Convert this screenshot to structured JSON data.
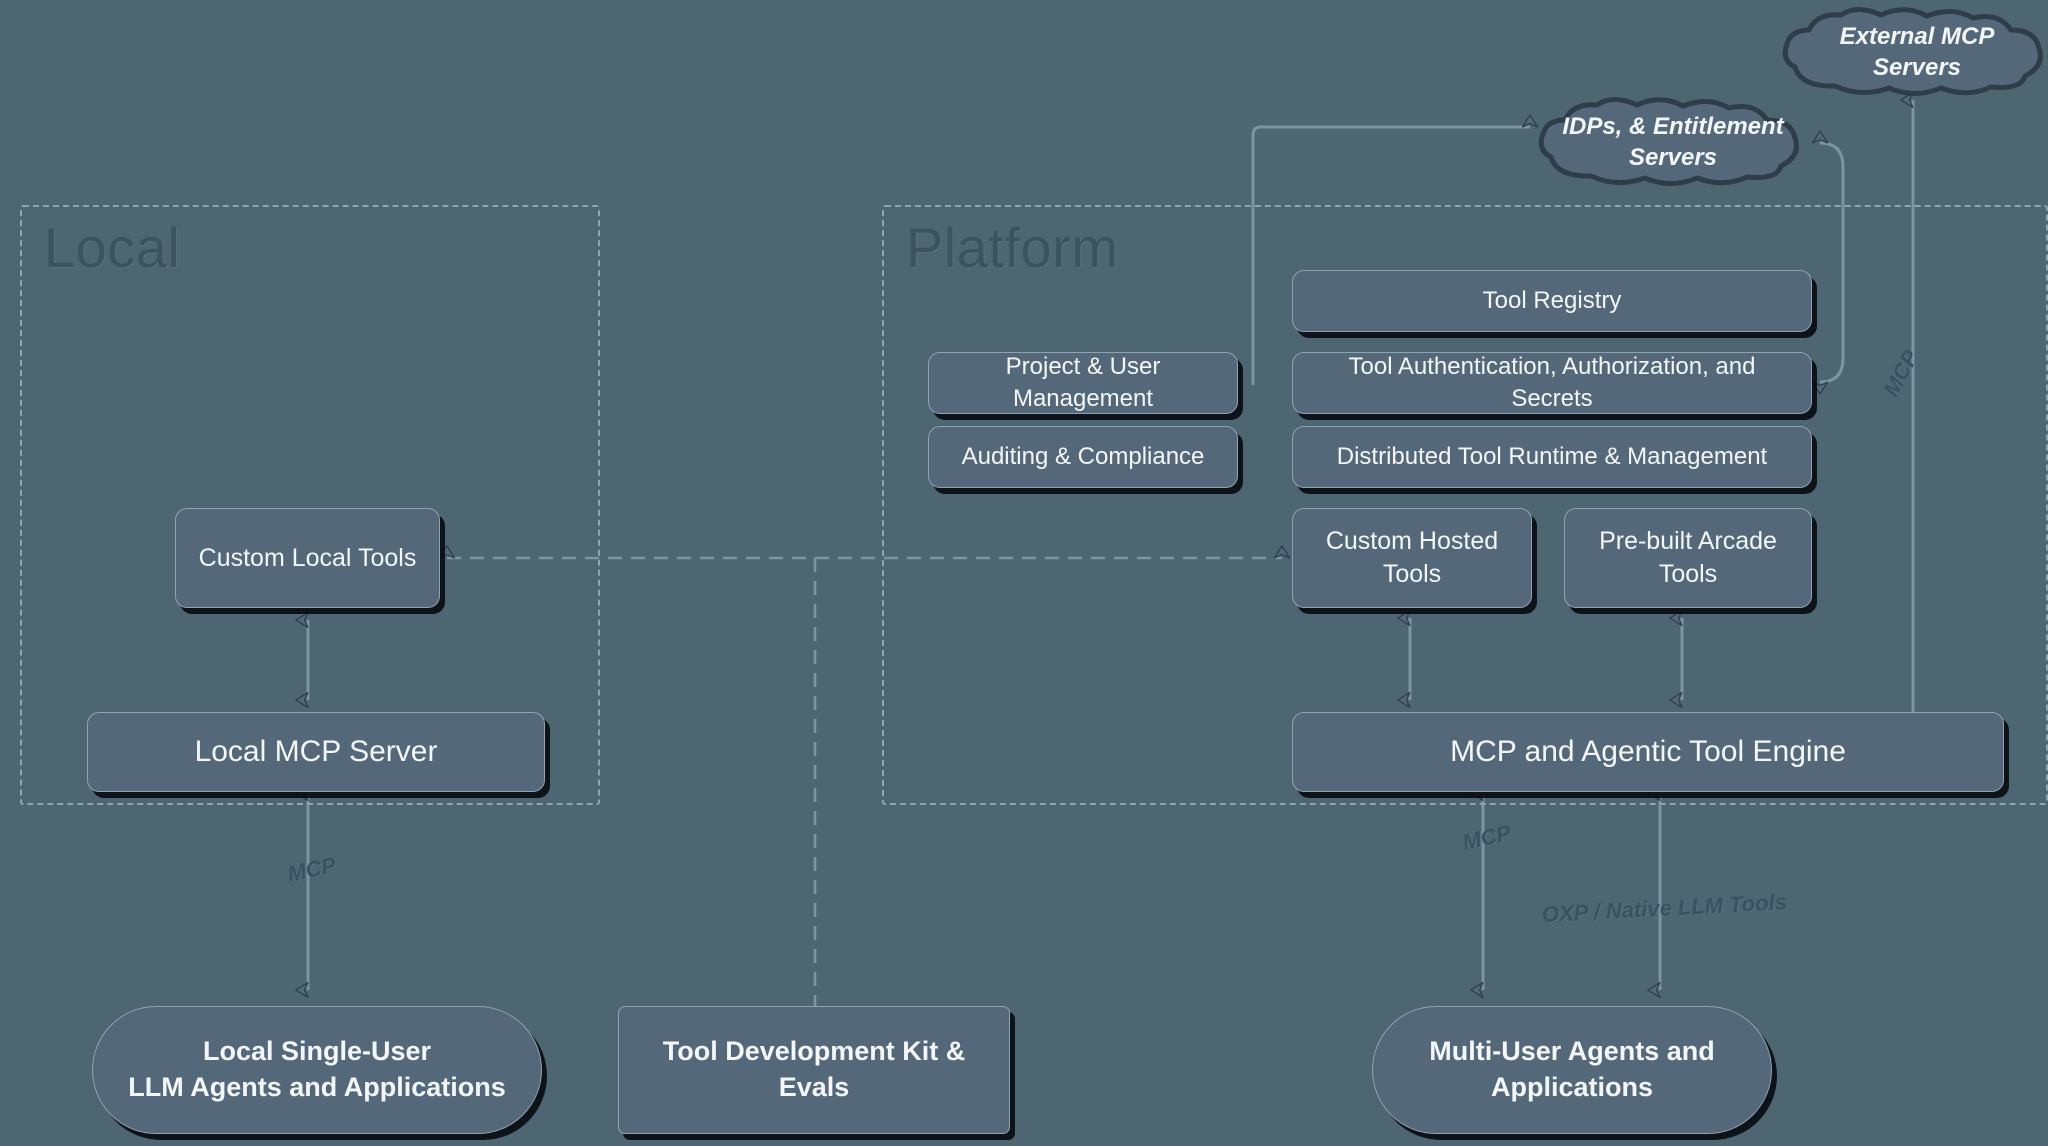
{
  "diagram": {
    "background_color": "#4d6672",
    "node_fill": "#55687a",
    "node_stroke": "#8fa3b0",
    "text_color": "#f2f6f8",
    "group_label_color": "#3d5260",
    "edge_label_color": "#3b5161"
  },
  "groups": [
    {
      "id": "local",
      "title": "Local"
    },
    {
      "id": "platform",
      "title": "Platform"
    }
  ],
  "clouds": [
    {
      "id": "external-mcp-servers",
      "label": "External MCP Servers"
    },
    {
      "id": "idps-entitlement-servers",
      "label": "IDPs, & Entitlement Servers"
    }
  ],
  "nodes": {
    "custom_local_tools": "Custom Local Tools",
    "local_mcp_server": "Local MCP Server",
    "local_agents": "Local Single-User\nLLM Agents and Applications",
    "local_agents_line1": "Local Single-User",
    "local_agents_line2": "LLM Agents and Applications",
    "tool_dev_kit": "Tool Development Kit & Evals",
    "project_user_management": "Project & User Management",
    "auditing_compliance": "Auditing & Compliance",
    "tool_registry": "Tool Registry",
    "tool_auth": "Tool Authentication, Authorization, and Secrets",
    "distributed_runtime": "Distributed Tool Runtime & Management",
    "custom_hosted_tools": "Custom Hosted Tools",
    "prebuilt_arcade_tools": "Pre-built Arcade Tools",
    "mcp_agentic_engine": "MCP and Agentic Tool Engine",
    "multi_user_agents_line1": "Multi-User Agents and",
    "multi_user_agents_line2": "Applications"
  },
  "edge_labels": {
    "mcp_local": "MCP",
    "mcp_platform": "MCP",
    "mcp_external": "MCP",
    "oxp_native": "OXP / Native LLM Tools"
  }
}
